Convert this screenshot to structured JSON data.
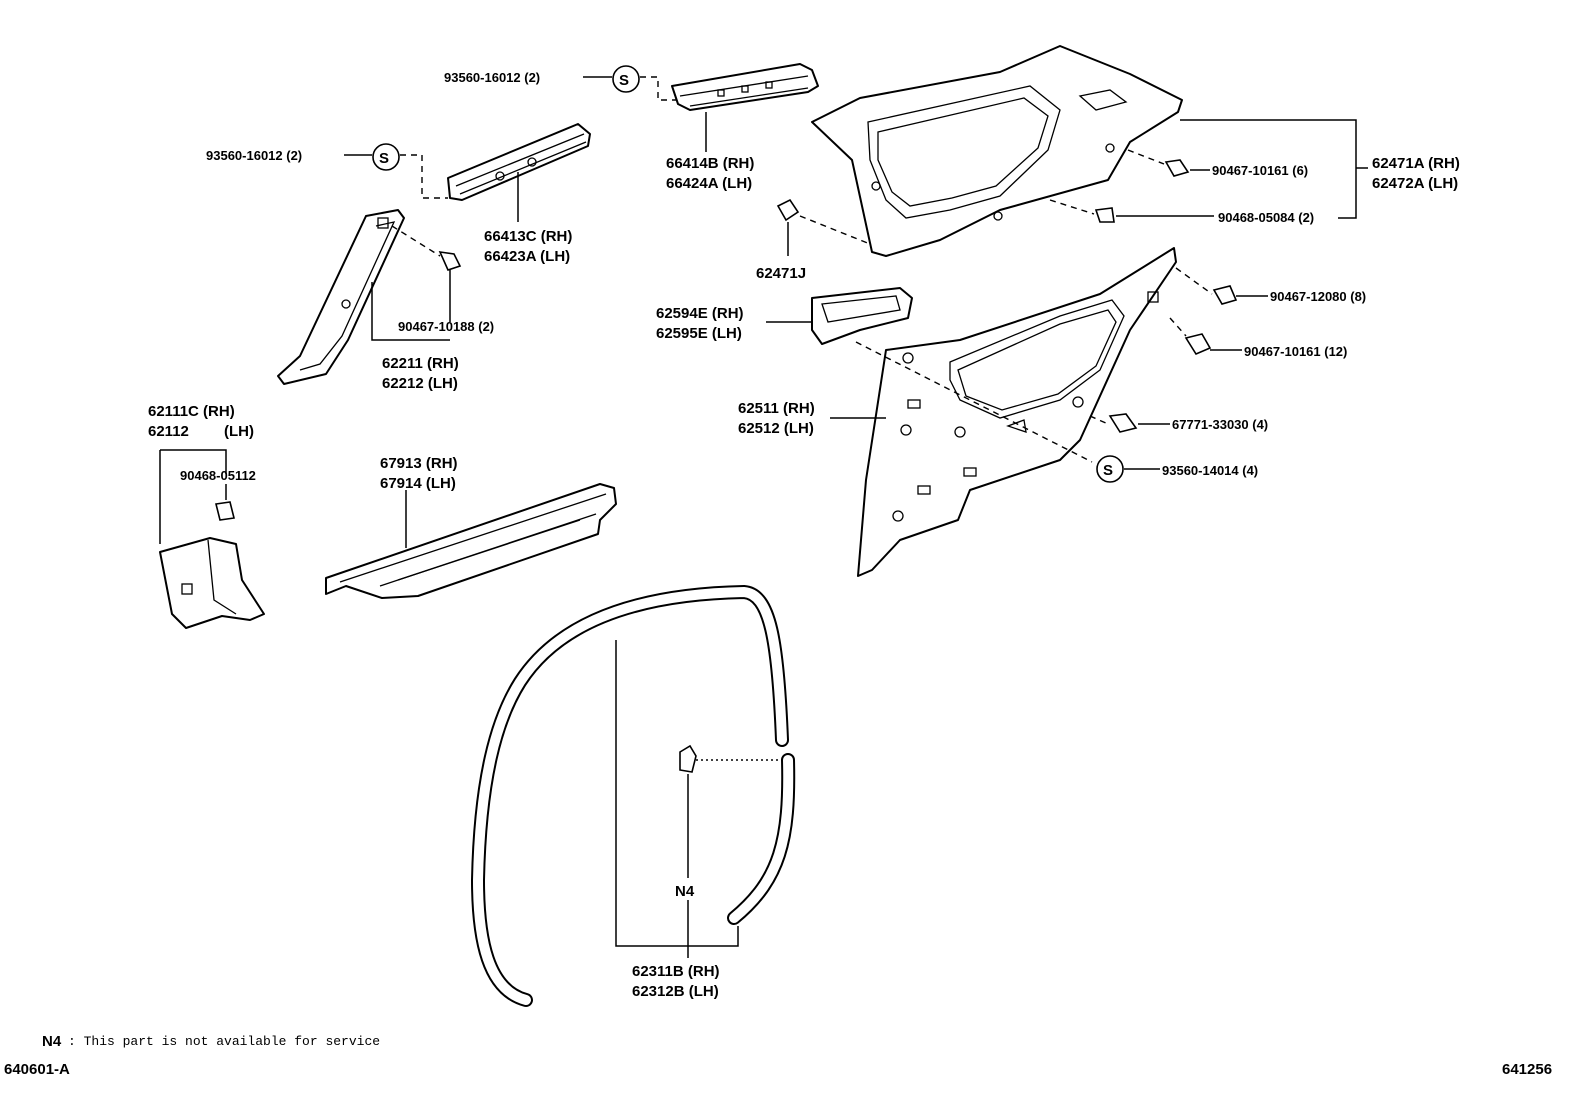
{
  "labels": {
    "a1": "93560-16012 (2)",
    "a2": "93560-16012 (2)",
    "b1": "66414B (RH)",
    "b2": "66424A (LH)",
    "c1": "66413C (RH)",
    "c2": "66423A (LH)",
    "d1": "90467-10161 (6)",
    "d2": "90468-05084 (2)",
    "e1": "62471A (RH)",
    "e2": "62472A (LH)",
    "f1": "62471J",
    "g1": "90467-10188 (2)",
    "h1": "62211 (RH)",
    "h2": "62212 (LH)",
    "i1": "62594E (RH)",
    "i2": "62595E (LH)",
    "j1": "90467-12080 (8)",
    "j2": "90467-10161 (12)",
    "k1": "62511 (RH)",
    "k2": "62512 (LH)",
    "l1": "67771-33030 (4)",
    "l2": "93560-14014 (4)",
    "m1": "62111C (RH)",
    "m2": "62112",
    "m3": "(LH)",
    "n1": "90468-05112",
    "o1": "67913 (RH)",
    "o2": "67914 (LH)",
    "p1": "N4",
    "q1": "62311B (RH)",
    "q2": "62312B (LH)",
    "s": "S"
  },
  "footer": {
    "note_code": "N4",
    "note_text": ": This part is not available for service",
    "left_code": "640601-A",
    "right_code": "641256"
  }
}
